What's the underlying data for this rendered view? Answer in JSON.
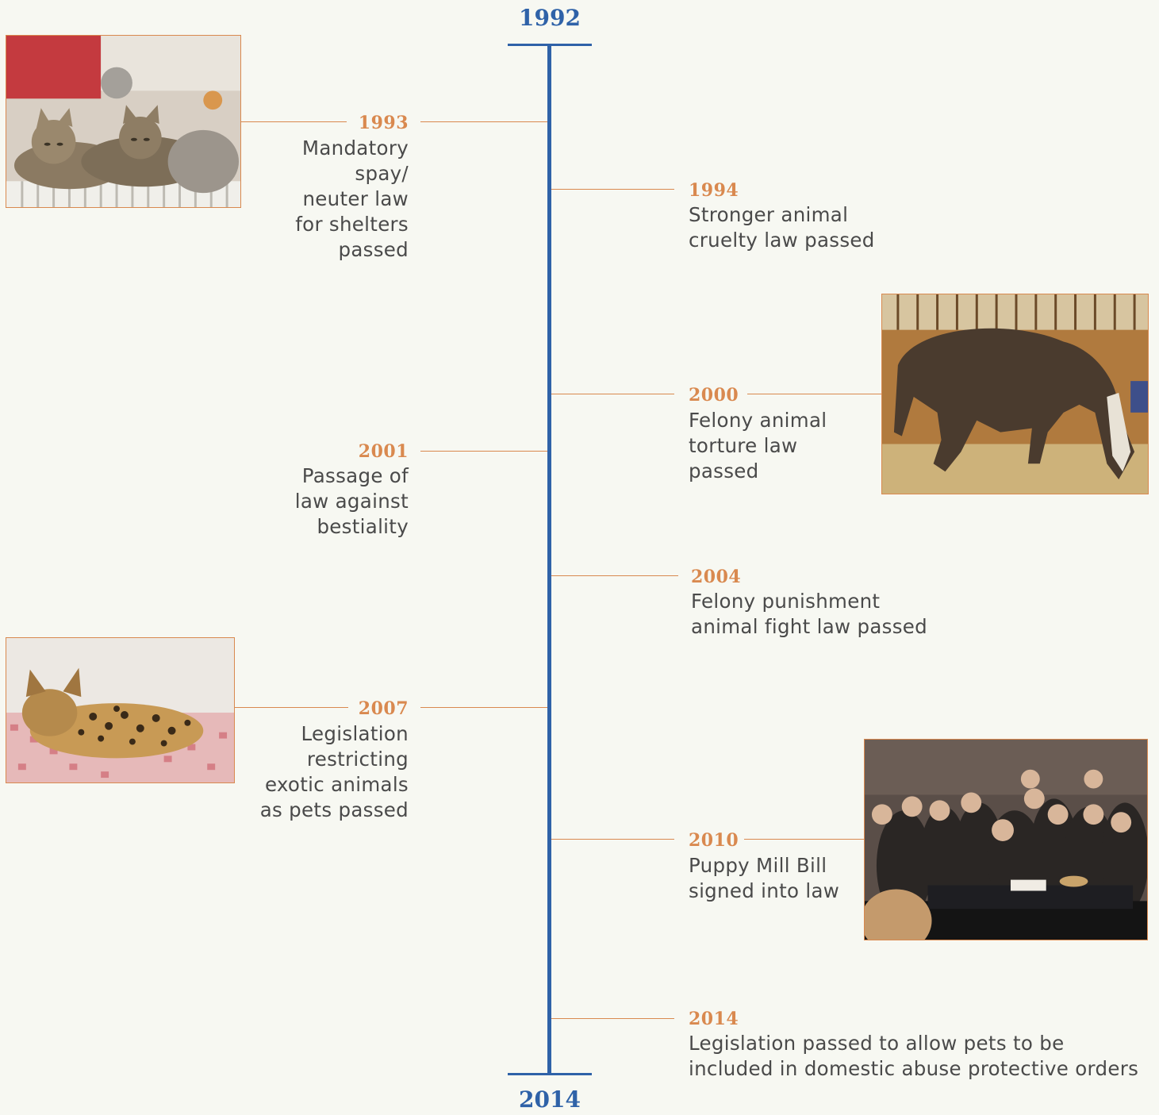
{
  "timeline": {
    "start_year": "1992",
    "end_year": "2014",
    "colors": {
      "axis": "#2f62a8",
      "accent": "#d9894f",
      "text": "#4a4a4a",
      "background": "#f7f8f2"
    },
    "events": [
      {
        "year": "1993",
        "side": "left",
        "text": "Mandatory\nspay/\nneuter law\nfor shelters\npassed",
        "photo": "kittens-photo"
      },
      {
        "year": "1994",
        "side": "right",
        "text": "Stronger animal\ncruelty law passed"
      },
      {
        "year": "2000",
        "side": "right",
        "text": "Felony animal\ntorture law\npassed",
        "photo": "horse-photo"
      },
      {
        "year": "2001",
        "side": "left",
        "text": "Passage of\nlaw against\nbestiality"
      },
      {
        "year": "2004",
        "side": "right",
        "text": "Felony punishment\nanimal fight law passed"
      },
      {
        "year": "2007",
        "side": "left",
        "text": "Legislation\nrestricting\nexotic animals\nas pets passed",
        "photo": "serval-photo"
      },
      {
        "year": "2010",
        "side": "right",
        "text": "Puppy Mill Bill\nsigned into law",
        "photo": "bill-signing-photo"
      },
      {
        "year": "2014",
        "side": "right",
        "text": "Legislation passed to allow pets to be\nincluded in domestic abuse protective orders"
      }
    ]
  }
}
